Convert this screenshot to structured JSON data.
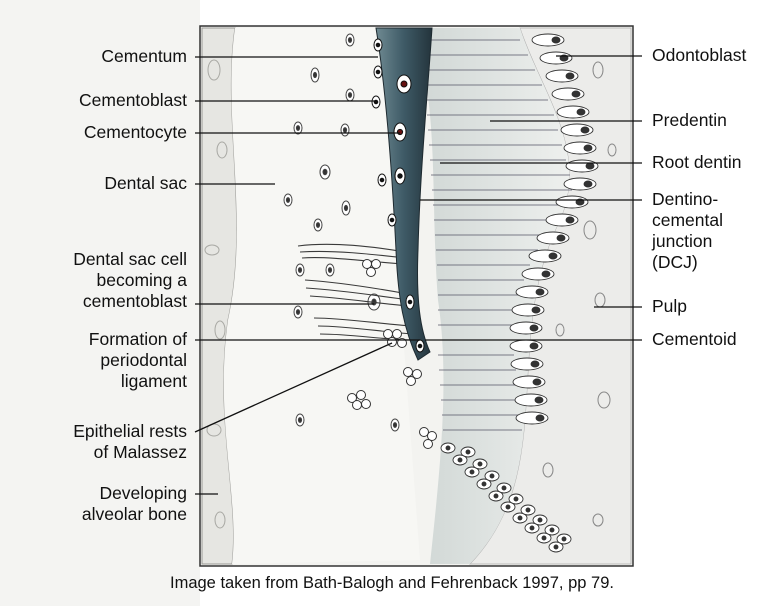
{
  "left_labels": {
    "cementum": "Cementum",
    "cementoblast": "Cementoblast",
    "cementocyte": "Cementocyte",
    "dental_sac": "Dental sac",
    "dental_sac_cell": [
      "Dental sac cell",
      "becoming a",
      "cementoblast"
    ],
    "formation_pdl": [
      "Formation of",
      "periodontal",
      "ligament"
    ],
    "epithelial_rests": [
      "Epithelial rests",
      "of Malassez"
    ],
    "alveolar_bone": [
      "Developing",
      "alveolar bone"
    ]
  },
  "right_labels": {
    "odontoblast": "Odontoblast",
    "predentin": "Predentin",
    "root_dentin": "Root dentin",
    "dcj": [
      "Dentino-",
      "cemental",
      "junction",
      "(DCJ)"
    ],
    "pulp": "Pulp",
    "cementoid": "Cementoid"
  },
  "caption": "Image taken from Bath-Balogh and Fehrenback 1997, pp 79."
}
